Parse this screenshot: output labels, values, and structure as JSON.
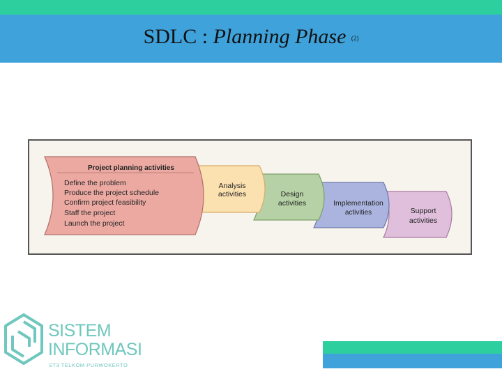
{
  "slide": {
    "title_prefix": "SDLC : ",
    "title_main": "Planning Phase",
    "title_suffix": "(2)"
  },
  "diagram": {
    "planning": {
      "heading": "Project planning activities",
      "items": [
        "Define the problem",
        "Produce the project schedule",
        "Confirm project feasibility",
        "Staff the project",
        "Launch the project"
      ]
    },
    "phases": [
      {
        "line1": "Analysis",
        "line2": "activities"
      },
      {
        "line1": "Design",
        "line2": "activities"
      },
      {
        "line1": "Implementation",
        "line2": "activities"
      },
      {
        "line1": "Support",
        "line2": "activities"
      }
    ]
  },
  "logo": {
    "line1": "SISTEM",
    "line2": "INFORMASI",
    "line3": "ST3 TELKOM PURWOKERTO"
  },
  "colors": {
    "top_strip": "#2dcf9f",
    "title_bar": "#3fa2db",
    "planning": "#eba9a2",
    "analysis": "#fbe0b0",
    "design": "#b5d1a5",
    "implementation": "#aab4de",
    "support": "#dfbfdc",
    "logo": "#6fc7bd"
  }
}
